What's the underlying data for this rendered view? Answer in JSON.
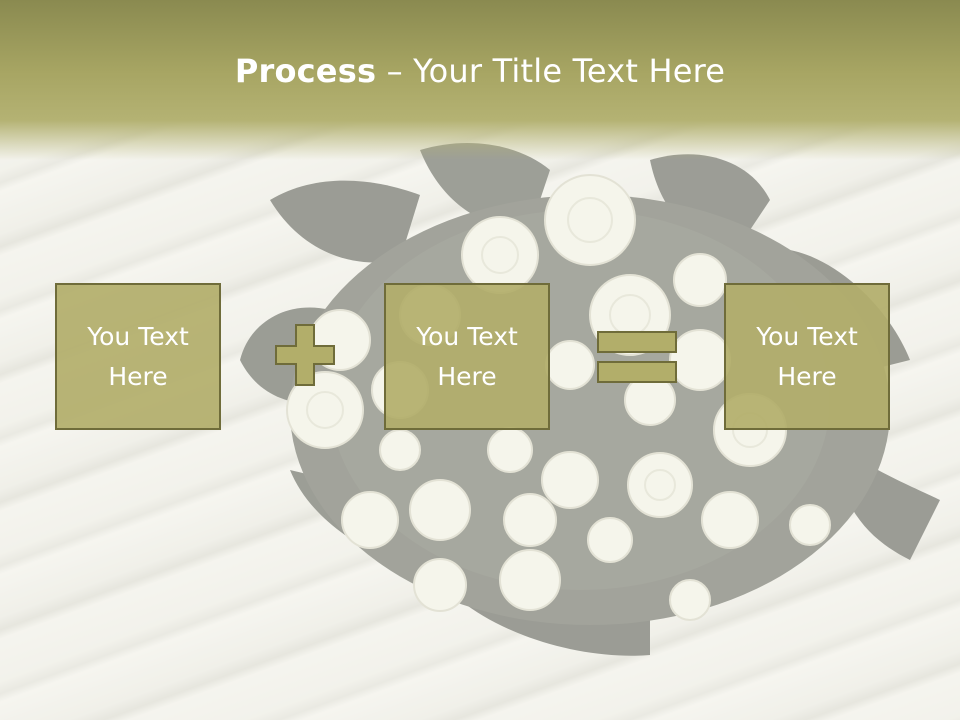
{
  "slide": {
    "title_bold": "Process",
    "title_rest": " – Your Title Text Here",
    "boxes": [
      {
        "text": "You Text Here"
      },
      {
        "text": "You Text Here"
      },
      {
        "text": "You Text Here"
      }
    ],
    "operators": [
      "plus",
      "equals"
    ]
  },
  "colors": {
    "header": "#a7a563",
    "box_fill": "#b2ae6a",
    "box_border": "#6f6c3a",
    "text": "#ffffff"
  }
}
